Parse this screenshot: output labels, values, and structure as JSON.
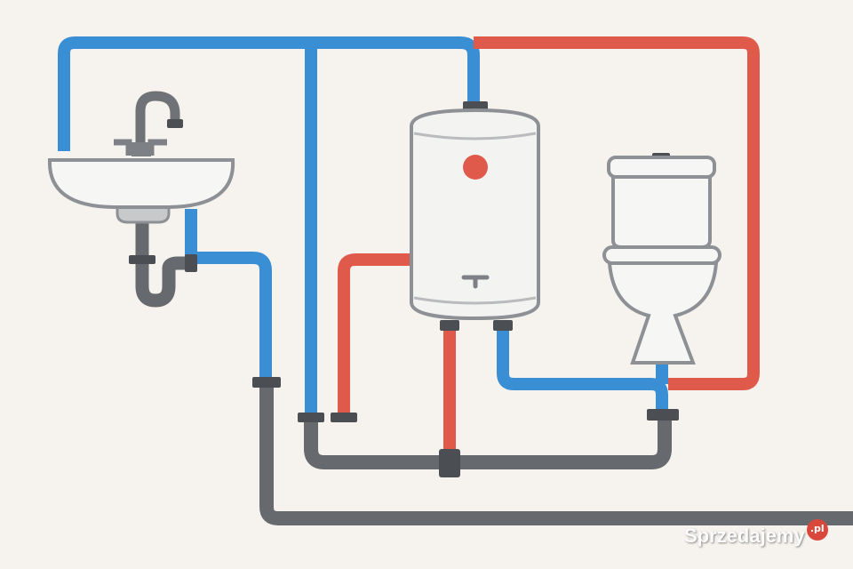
{
  "colors": {
    "background": "#f6f3ee",
    "cold_water_pipe": "#3a8fd4",
    "hot_water_pipe": "#e05a4c",
    "drain_pipe": "#66696d",
    "fixture_fill": "#f3f3f2",
    "fixture_outline": "#8d9094"
  },
  "fixtures": [
    "sink",
    "water-heater",
    "toilet"
  ],
  "watermark": {
    "brand": "Sprzedajemy",
    "suffix": ".pl"
  }
}
